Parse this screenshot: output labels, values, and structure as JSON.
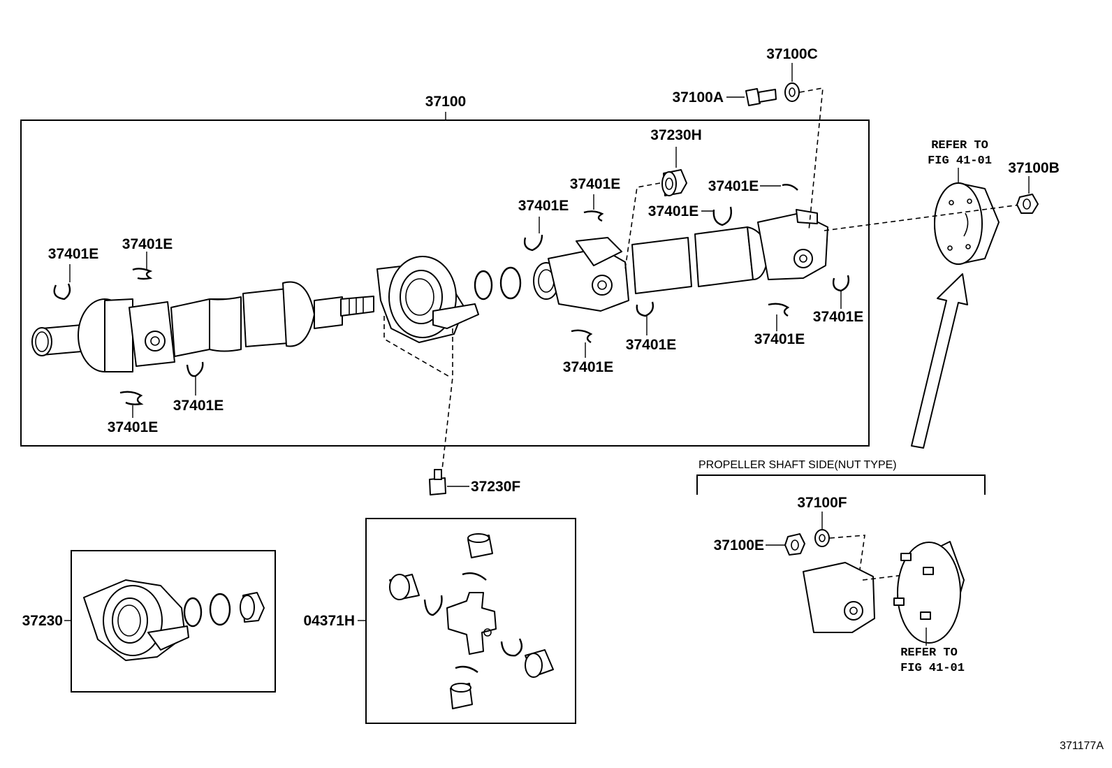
{
  "figure_id": "371177A",
  "main_assembly": {
    "part_no": "37100"
  },
  "labels": {
    "bolt": "37100A",
    "washer_top": "37100C",
    "nut": "37100B",
    "refer_to_1": "REFER TO",
    "refer_fig_1": "FIG 41-01",
    "damper": "37230H",
    "snap_ring": "37401E",
    "center_bolt": "37230F",
    "center_bearing_kit": "37230",
    "spider_kit": "04371H",
    "nut_type_title": "PROPELLER SHAFT SIDE(NUT TYPE)",
    "nut_e": "37100E",
    "washer_f": "37100F",
    "refer_to_2": "REFER TO",
    "refer_fig_2": "FIG 41-01"
  },
  "colors": {
    "line": "#000000",
    "background": "#ffffff"
  }
}
